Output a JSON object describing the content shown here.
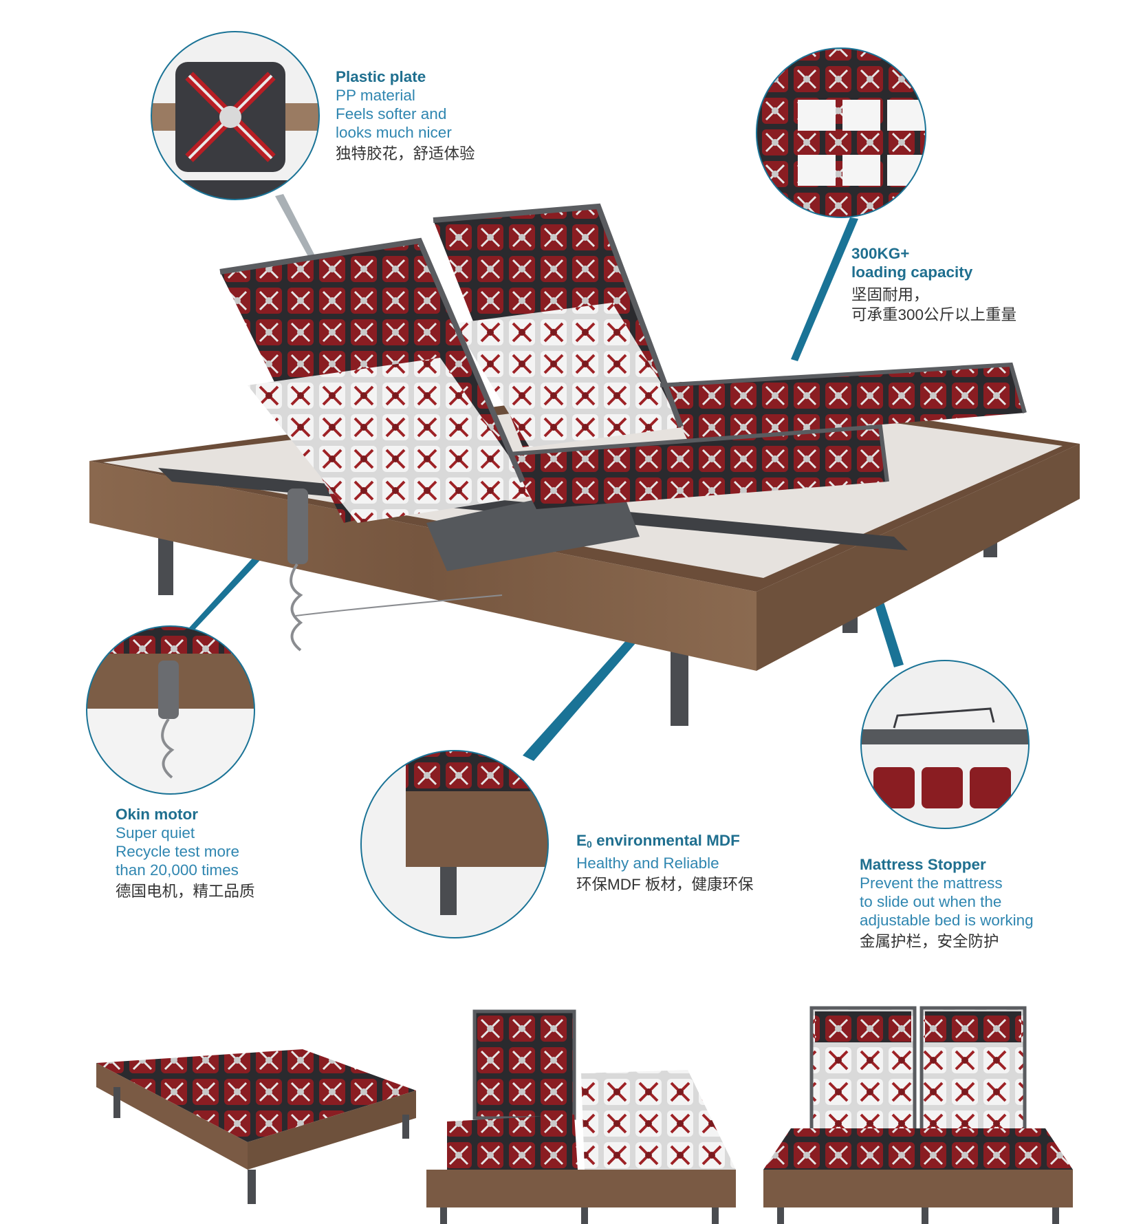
{
  "callouts": {
    "plastic_plate": {
      "title": "Plastic plate",
      "lines": [
        "PP material",
        "Feels softer and",
        "looks much nicer"
      ],
      "zh": "独特胶花，舒适体验"
    },
    "loading_capacity": {
      "title_line1": "300KG+",
      "title_line2": "loading capacity",
      "zh_line1": "坚固耐用，",
      "zh_line2": "可承重300公斤以上重量"
    },
    "okin_motor": {
      "title": "Okin motor",
      "lines": [
        "Super quiet",
        "Recycle test more",
        "than 20,000 times"
      ],
      "zh": "德国电机，精工品质"
    },
    "mdf": {
      "title_pre": "E",
      "title_sub": "0",
      "title_post": " environmental MDF",
      "lines": [
        "Healthy and Reliable"
      ],
      "zh": "环保MDF 板材，健康环保"
    },
    "stopper": {
      "title": "Mattress Stopper",
      "lines": [
        "Prevent the mattress",
        "to slide out when the",
        "adjustable bed is working"
      ],
      "zh": "金属护栏，安全防护"
    }
  },
  "colors": {
    "accent": "#1a7396",
    "title_text": "#1f6f8f",
    "body_text": "#2f86b0",
    "zh_text": "#333333",
    "wood": "#7a5a44",
    "slat_red": "#8a1d22",
    "frame_gray": "#5a5c60"
  }
}
